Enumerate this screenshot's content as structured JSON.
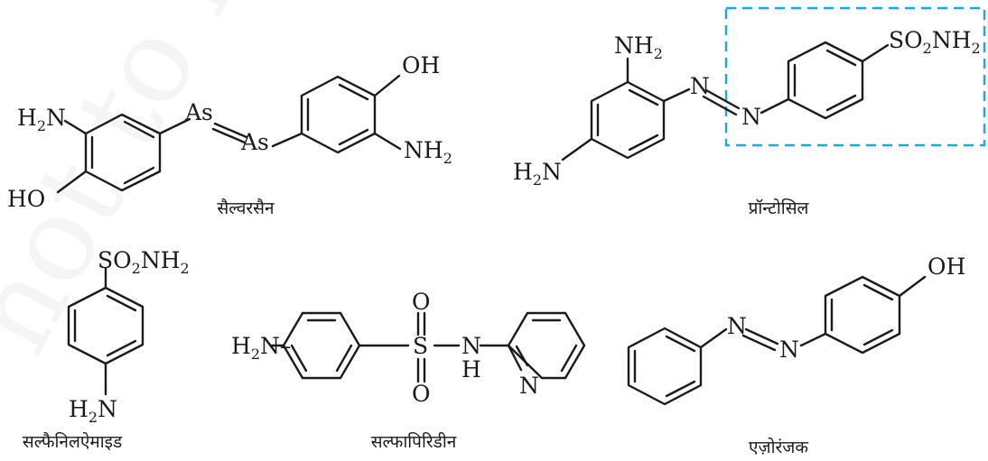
{
  "captions": {
    "salvarsan": "सैल्वरसैन",
    "prontosil": "प्रॉन्टोसिल",
    "sulphanilamide": "सल्फैनिलऐमाइड",
    "sulphapyridine": "सल्फापिरिडीन",
    "azo_dye": "एज़ोरंजक"
  },
  "watermark": "not to be",
  "atoms": {
    "h": "H",
    "n": "N",
    "nh": "NH",
    "o": "O",
    "s": "S",
    "so": "SO",
    "oh": "OH",
    "ho": "HO",
    "as": "As",
    "sub2": "2",
    "dash": "–"
  },
  "highlight": {
    "style": "dashed box",
    "color": "#1ea7dc",
    "encloses": "SO2NH2-phenyl part of prontosil"
  }
}
